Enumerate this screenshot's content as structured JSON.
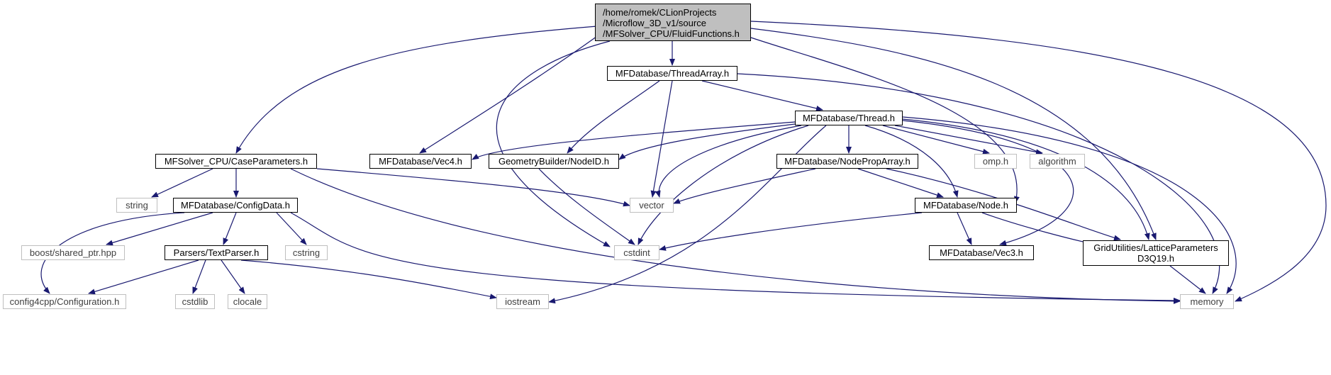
{
  "diagram": {
    "edge_color": "#191970",
    "root_fill": "#bfbfbf",
    "nodes": {
      "root": {
        "line1": "/home/romek/CLionProjects",
        "line2": "/Microflow_3D_v1/source",
        "line3": "/MFSolver_CPU/FluidFunctions.h"
      },
      "threadarray": {
        "label": "MFDatabase/ThreadArray.h"
      },
      "thread": {
        "label": "MFDatabase/Thread.h"
      },
      "caseparams": {
        "label": "MFSolver_CPU/CaseParameters.h"
      },
      "vec4": {
        "label": "MFDatabase/Vec4.h"
      },
      "nodeid": {
        "label": "GeometryBuilder/NodeID.h"
      },
      "nodeproparray": {
        "label": "MFDatabase/NodePropArray.h"
      },
      "omp": {
        "label": "omp.h"
      },
      "algorithm": {
        "label": "algorithm"
      },
      "string": {
        "label": "string"
      },
      "configdata": {
        "label": "MFDatabase/ConfigData.h"
      },
      "vector": {
        "label": "vector"
      },
      "node": {
        "label": "MFDatabase/Node.h"
      },
      "boost": {
        "label": "boost/shared_ptr.hpp"
      },
      "textparser": {
        "label": "Parsers/TextParser.h"
      },
      "cstring": {
        "label": "cstring"
      },
      "cstdint": {
        "label": "cstdint"
      },
      "vec3": {
        "label": "MFDatabase/Vec3.h"
      },
      "lattice": {
        "line1": "GridUtilities/LatticeParameters",
        "line2": "D3Q19.h"
      },
      "config4cpp": {
        "label": "config4cpp/Configuration.h"
      },
      "cstdlib": {
        "label": "cstdlib"
      },
      "clocale": {
        "label": "clocale"
      },
      "iostream": {
        "label": "iostream"
      },
      "memory": {
        "label": "memory"
      }
    }
  }
}
